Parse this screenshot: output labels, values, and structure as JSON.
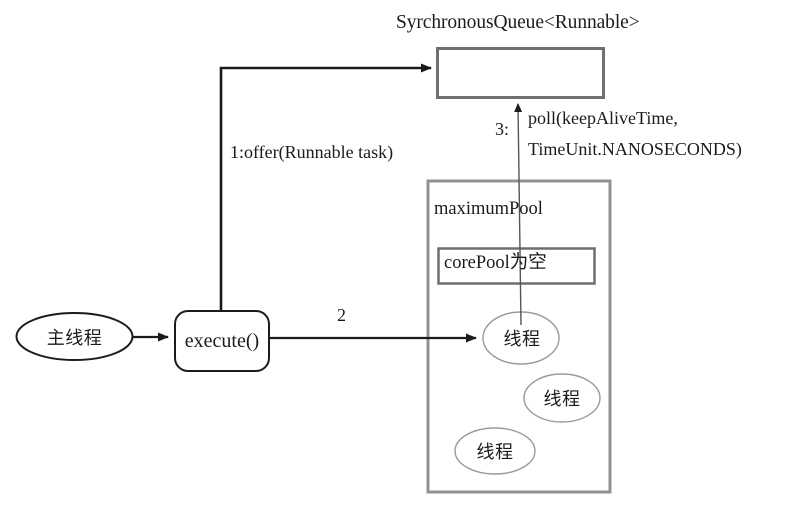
{
  "diagram": {
    "title_text": "SyrchronousQueue<Runnable>",
    "queue": {
      "name": "SyrchronousQueue<Runnable>"
    },
    "nodes": {
      "main_thread": "主线程",
      "execute": "execute()",
      "maximum_pool": "maximumPool",
      "core_pool": "corePool为空",
      "threads": [
        "线程",
        "线程",
        "线程"
      ]
    },
    "edges": {
      "offer": "1:offer(Runnable task)",
      "step_two": "2",
      "poll_step": "3:",
      "poll_line1": "poll(keepAliveTime,",
      "poll_line2": "TimeUnit.NANOSECONDS)"
    },
    "colors": {
      "stroke_dark": "#1b1b1b",
      "stroke_gray": "#6f6f6f",
      "stroke_light": "#8a8a8a",
      "background": "#ffffff"
    }
  }
}
